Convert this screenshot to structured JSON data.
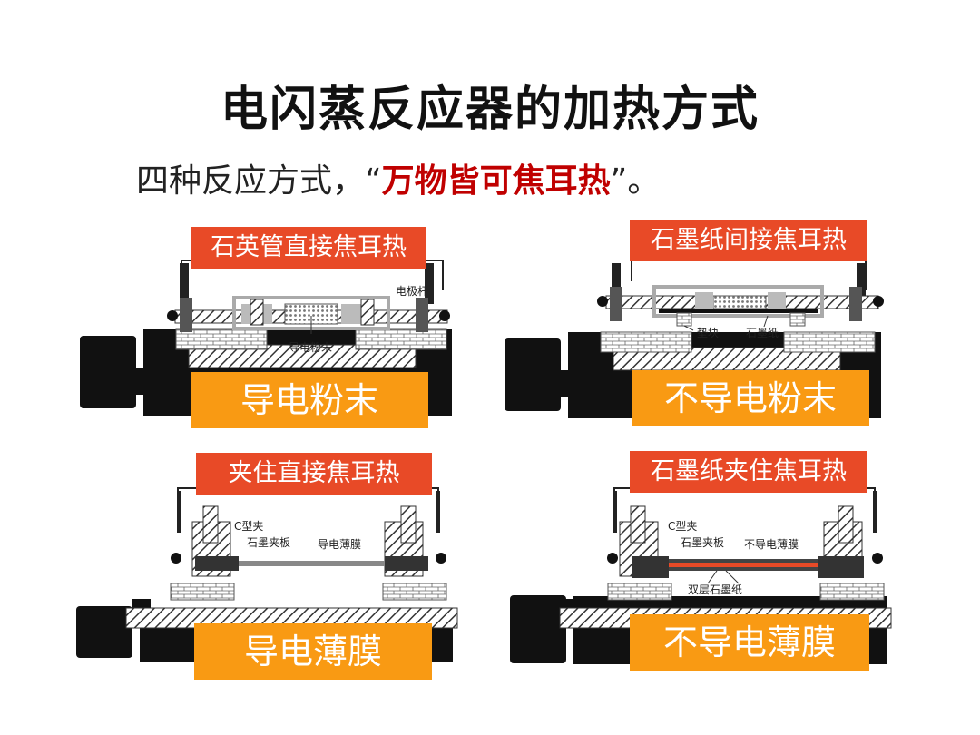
{
  "title": "电闪蒸反应器的加热方式",
  "subtitle": {
    "prefix": "四种反应方式，“",
    "highlight": "万物皆可焦耳热",
    "suffix": "”。"
  },
  "colors": {
    "banner": "#e84a27",
    "mode": "#f99a13",
    "highlight": "#c00000"
  },
  "panels": [
    {
      "banner": "石英管直接焦耳热",
      "mode": "导电粉末",
      "labels": {
        "rod": "电极杆",
        "sample": "导电粉末"
      }
    },
    {
      "banner": "石墨纸间接焦耳热",
      "mode": "不导电粉末",
      "labels": {
        "spacer": "垫块",
        "paper": "石墨纸"
      }
    },
    {
      "banner": "夹住直接焦耳热",
      "mode": "导电薄膜",
      "labels": {
        "clamp": "C型夹",
        "plate": "石墨夹板",
        "film": "导电薄膜"
      }
    },
    {
      "banner": "石墨纸夹住焦耳热",
      "mode": "不导电薄膜",
      "labels": {
        "clamp": "C型夹",
        "plate": "石墨夹板",
        "film": "不导电薄膜",
        "paper": "双层石墨纸"
      }
    }
  ]
}
